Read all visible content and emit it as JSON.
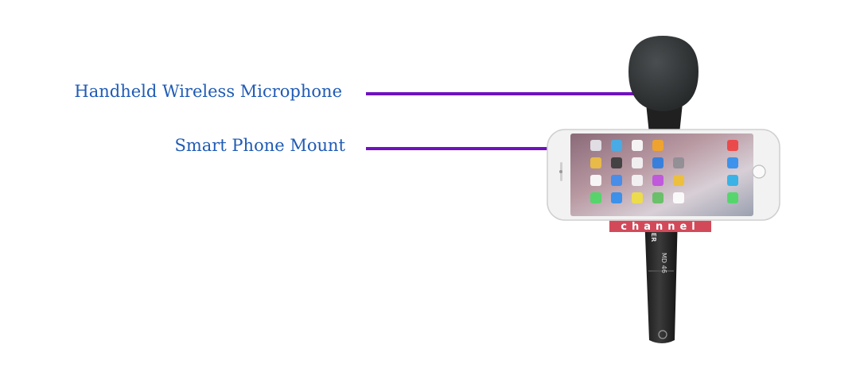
{
  "callouts": {
    "microphone": {
      "label": "Handheld Wireless Microphone"
    },
    "phone_mount": {
      "label": "Smart Phone Mount"
    }
  },
  "product": {
    "mic_flag_text": "channel",
    "mic_brand_text": "SER",
    "mic_model_text": "MD 46"
  },
  "colors": {
    "label_text": "#1f5bb5",
    "leader_line": "#7010c0",
    "mic_body": "#2b2b2b",
    "windscreen": "#3a3d3e",
    "phone_body": "#f2f2f2",
    "flag_bg": "#d24a5a"
  }
}
